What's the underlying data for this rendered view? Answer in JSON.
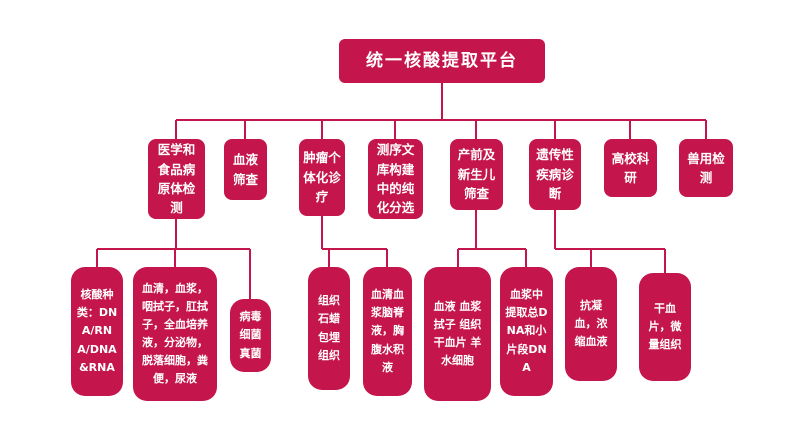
{
  "diagram": {
    "title": "统一核酸提取平台",
    "accent_color": "#C4164C",
    "background_color": "#FFFFFF",
    "level2": [
      {
        "label": "医学和食品病原体检测"
      },
      {
        "label": "血液筛查"
      },
      {
        "label": "肿瘤个体化诊疗"
      },
      {
        "label": "测序文库构建中的纯化分选"
      },
      {
        "label": "产前及新生儿筛查"
      },
      {
        "label": "遗传性疾病诊断"
      },
      {
        "label": "高校科研"
      },
      {
        "label": "兽用检测"
      }
    ],
    "level3": [
      {
        "parent": "医学和食品病原体检测",
        "label": "核酸种类：DNA/RNA/DNA&RNA"
      },
      {
        "parent": "医学和食品病原体检测",
        "label": "血清，血浆，咽拭子，肛拭子，全血培养液，分泌物，脱落细胞，粪便，尿液"
      },
      {
        "parent": "医学和食品病原体检测",
        "label": "病毒细菌真菌"
      },
      {
        "parent": "肿瘤个体化诊疗",
        "label": "组织石蜡包埋组织"
      },
      {
        "parent": "肿瘤个体化诊疗",
        "label": "血清血浆脑脊液，胸腹水积液"
      },
      {
        "parent": "产前及新生儿筛查",
        "label": "血液 血浆 拭子 组织 干血片 羊水细胞"
      },
      {
        "parent": "产前及新生儿筛查",
        "label": "血浆中提取总DNA和小片段DNA"
      },
      {
        "parent": "遗传性疾病诊断",
        "label": "抗凝血，浓缩血液"
      },
      {
        "parent": "遗传性疾病诊断",
        "label": "干血片，微量组织"
      }
    ]
  }
}
